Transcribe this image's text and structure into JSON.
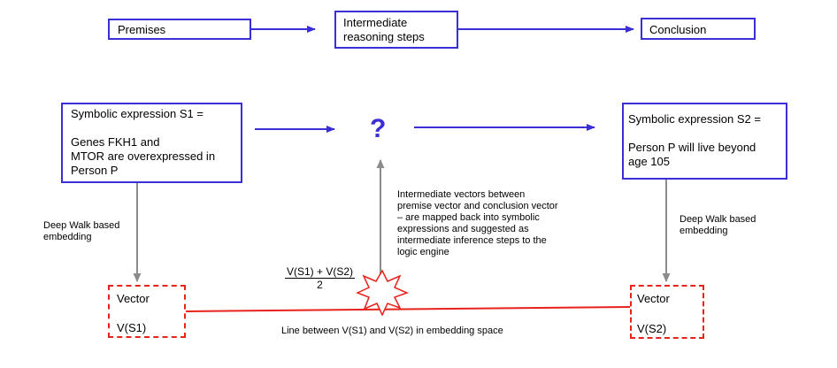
{
  "top_flow": {
    "premises": "Premises",
    "intermediate": "Intermediate\nreasoning steps",
    "conclusion": "Conclusion"
  },
  "s1_box": {
    "title": "Symbolic expression S1 =",
    "body": "Genes FKH1 and\nMTOR are overexpressed in\nPerson P"
  },
  "s2_box": {
    "title": "Symbolic expression S2 =",
    "body": "Person P  will live beyond\nage 105"
  },
  "question_mark": "?",
  "left_embedding_label": "Deep  Walk based\nembedding",
  "right_embedding_label": "Deep  Walk based\nembedding",
  "intermediate_note": "Intermediate vectors between\npremise vector and conclusion vector\n– are mapped back into symbolic\nexpressions and suggested as\nintermediate inference steps to the\nlogic engine",
  "midpoint_formula": {
    "numerator": "V(S1) + V(S2)",
    "denominator": "2"
  },
  "vector_left": {
    "title": "Vector",
    "value": "V(S1)"
  },
  "vector_right": {
    "title": "Vector",
    "value": "V(S2)"
  },
  "line_label": "Line between V(S1) and V(S2) in embedding space",
  "colors": {
    "blue": "#3a2ed6",
    "red": "#e8221c",
    "gray_arrow": "#8c8c8c"
  }
}
